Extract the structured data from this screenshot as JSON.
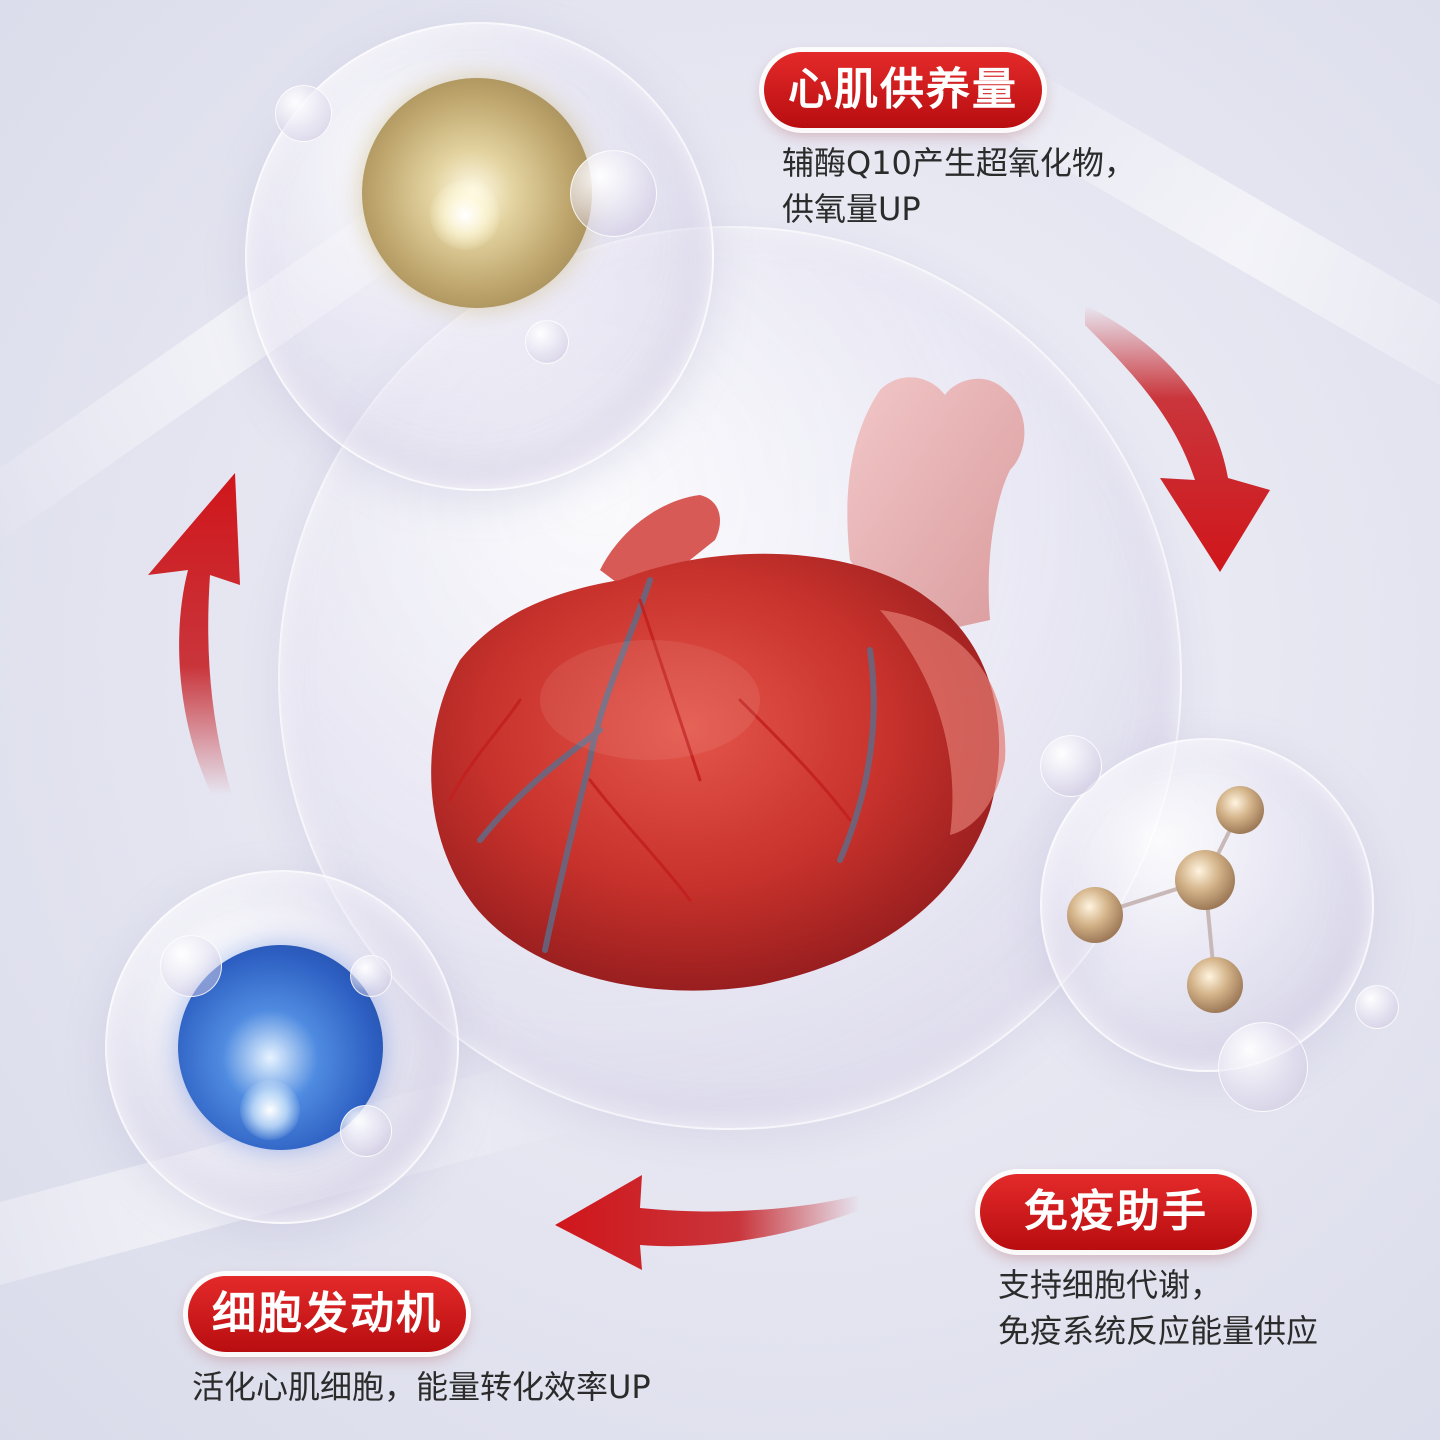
{
  "labels": {
    "top": {
      "title": "心肌供养量",
      "lines": [
        "辅酶Q10产生超氧化物，",
        "供氧量UP"
      ]
    },
    "right": {
      "title": "免疫助手",
      "lines": [
        "支持细胞代谢，",
        "免疫系统反应能量供应"
      ]
    },
    "bottom": {
      "title": "细胞发动机",
      "lines": [
        "活化心肌细胞，能量转化效率UP"
      ]
    }
  },
  "icons": [
    "heart-illustration",
    "coenzyme-bubble-icon",
    "molecule-bubble-icon",
    "cell-bubble-icon",
    "cycle-arrow-icon"
  ],
  "colors": {
    "accent": "#c4161b",
    "text": "#2b2b2b"
  }
}
